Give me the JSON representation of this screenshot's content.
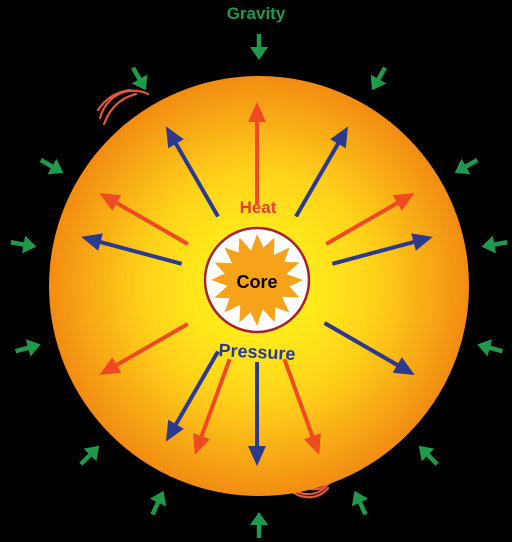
{
  "labels": {
    "gravity": "Gravity",
    "heat": "Heat",
    "pressure": "Pressure",
    "core": "Core"
  },
  "colors": {
    "background": "#000000",
    "gravity_arrow": "#1f9a4a",
    "heat_arrow": "#f04a23",
    "pressure_arrow": "#2b3a8f",
    "sphere_center": "#ffff1a",
    "sphere_edge": "#f28c12",
    "core_fill": "#ffffff",
    "core_ring": "#a8202a",
    "core_sun": "#f7a21b",
    "flare": "#e2573a",
    "gravity_label": "#1f9a4a",
    "heat_label": "#e8402a",
    "pressure_label": "#2b3a8f",
    "core_label": "#000000"
  },
  "icons": {
    "gravity": "inward-arrow-icon",
    "heat": "outward-arrow-icon",
    "pressure": "outward-arrow-icon",
    "core": "sun-burst-icon"
  }
}
